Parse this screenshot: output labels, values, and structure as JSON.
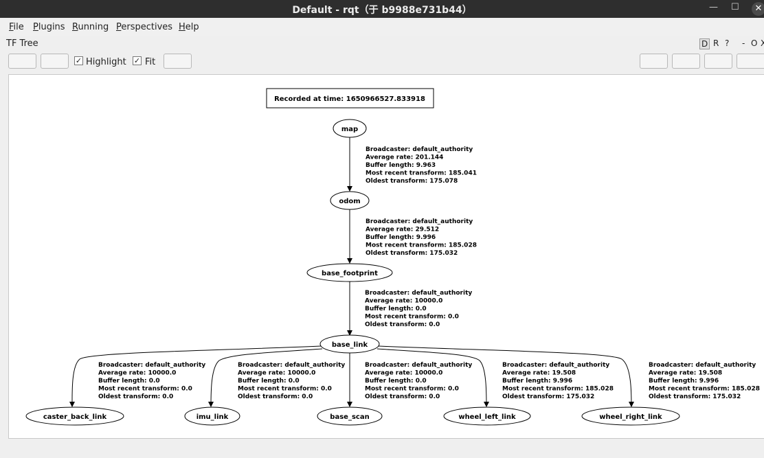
{
  "window": {
    "title": "Default - rqt（于 b9988e731b44）",
    "minimize": "—",
    "maximize": "☐",
    "close": "✕"
  },
  "menubar": [
    {
      "label": "File",
      "key": "F",
      "rest": "ile"
    },
    {
      "label": "Plugins",
      "key": "P",
      "rest": "lugins"
    },
    {
      "label": "Running",
      "key": "R",
      "rest": "unning"
    },
    {
      "label": "Perspectives",
      "key": "P",
      "rest": "erspectives"
    },
    {
      "label": "Help",
      "key": "H",
      "rest": "elp"
    }
  ],
  "panel": {
    "title": "TF Tree",
    "dock_controls": [
      "D",
      "R",
      "?",
      "-",
      "O",
      "X"
    ]
  },
  "toolbar": {
    "highlight_label": "Highlight",
    "highlight_checked": true,
    "fit_label": "Fit",
    "fit_checked": true,
    "check_mark": "✓"
  },
  "graph": {
    "recorded": "Recorded at time: 1650966527.833918",
    "nodes": {
      "map": "map",
      "odom": "odom",
      "base_footprint": "base_footprint",
      "base_link": "base_link",
      "caster_back_link": "caster_back_link",
      "imu_link": "imu_link",
      "base_scan": "base_scan",
      "wheel_left_link": "wheel_left_link",
      "wheel_right_link": "wheel_right_link"
    },
    "edges": {
      "map_odom": [
        "Broadcaster: default_authority",
        "Average rate: 201.144",
        "Buffer length: 9.963",
        "Most recent transform: 185.041",
        "Oldest transform: 175.078"
      ],
      "odom_base_footprint": [
        "Broadcaster: default_authority",
        "Average rate: 29.512",
        "Buffer length: 9.996",
        "Most recent transform: 185.028",
        "Oldest transform: 175.032"
      ],
      "base_footprint_base_link": [
        "Broadcaster: default_authority",
        "Average rate: 10000.0",
        "Buffer length: 0.0",
        "Most recent transform: 0.0",
        "Oldest transform: 0.0"
      ],
      "base_link_caster_back_link": [
        "Broadcaster: default_authority",
        "Average rate: 10000.0",
        "Buffer length: 0.0",
        "Most recent transform: 0.0",
        "Oldest transform: 0.0"
      ],
      "base_link_imu_link": [
        "Broadcaster: default_authority",
        "Average rate: 10000.0",
        "Buffer length: 0.0",
        "Most recent transform: 0.0",
        "Oldest transform: 0.0"
      ],
      "base_link_base_scan": [
        "Broadcaster: default_authority",
        "Average rate: 10000.0",
        "Buffer length: 0.0",
        "Most recent transform: 0.0",
        "Oldest transform: 0.0"
      ],
      "base_link_wheel_left_link": [
        "Broadcaster: default_authority",
        "Average rate: 19.508",
        "Buffer length: 9.996",
        "Most recent transform: 185.028",
        "Oldest transform: 175.032"
      ],
      "base_link_wheel_right_link": [
        "Broadcaster: default_authority",
        "Average rate: 19.508",
        "Buffer length: 9.996",
        "Most recent transform: 185.028",
        "Oldest transform: 175.032"
      ]
    }
  }
}
